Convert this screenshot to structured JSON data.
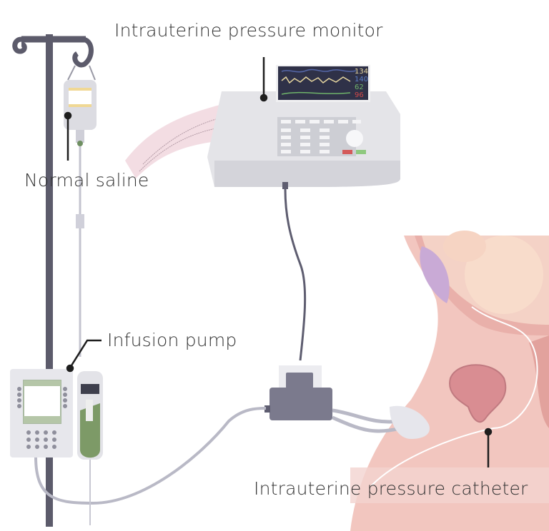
{
  "labels": {
    "monitor": "Intrauterine pressure monitor",
    "saline": "Normal saline",
    "pump": "Infusion pump",
    "catheter": "Intrauterine pressure catheter"
  },
  "monitor_readouts": [
    {
      "value": "134",
      "color": "#e8d7a0"
    },
    {
      "value": "140",
      "color": "#5b7fc8"
    },
    {
      "value": "62",
      "color": "#6fb36a"
    },
    {
      "value": "96",
      "color": "#d24848"
    }
  ],
  "colors": {
    "pole": "#5c5b6b",
    "device_body": "#e9e9ec",
    "screen": "#2f3148",
    "tubing": "#b9b9c6",
    "skin": "#f3c2bb",
    "skin_dark": "#e6a7a2",
    "pump_green": "#7d9a67",
    "transducer": "#7b7a8d"
  }
}
